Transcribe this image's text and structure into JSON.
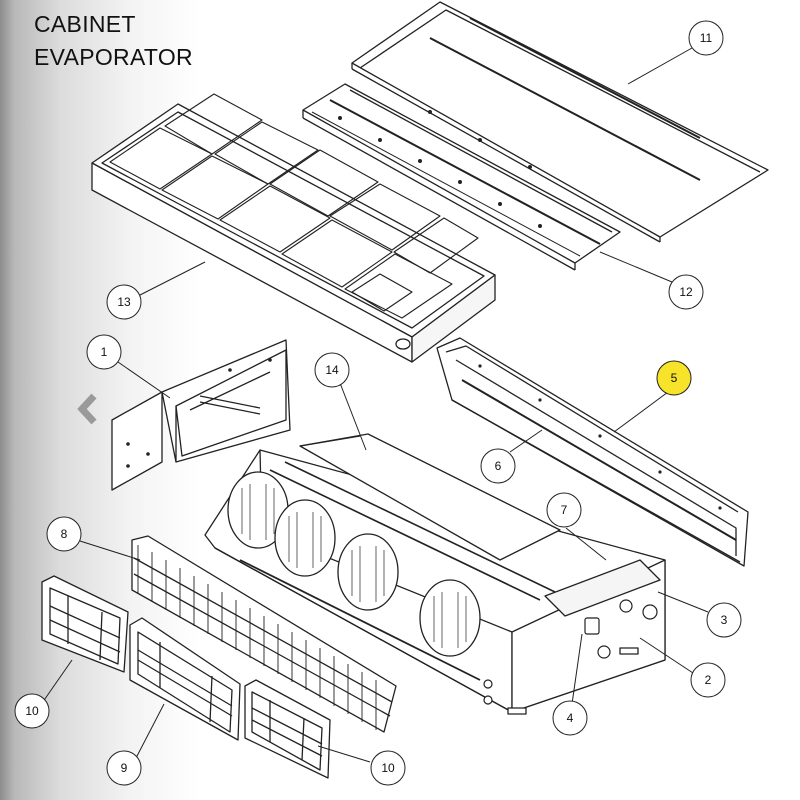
{
  "title": {
    "line1": "CABINET",
    "line2": "EVAPORATOR"
  },
  "callouts": [
    {
      "id": "c11",
      "label": "11",
      "highlight": false
    },
    {
      "id": "c12",
      "label": "12",
      "highlight": false
    },
    {
      "id": "c13",
      "label": "13",
      "highlight": false
    },
    {
      "id": "c1",
      "label": "1",
      "highlight": false
    },
    {
      "id": "c14",
      "label": "14",
      "highlight": false
    },
    {
      "id": "c5",
      "label": "5",
      "highlight": true
    },
    {
      "id": "c6",
      "label": "6",
      "highlight": false
    },
    {
      "id": "c7",
      "label": "7",
      "highlight": false
    },
    {
      "id": "c8",
      "label": "8",
      "highlight": false
    },
    {
      "id": "c3",
      "label": "3",
      "highlight": false
    },
    {
      "id": "c2",
      "label": "2",
      "highlight": false
    },
    {
      "id": "c4",
      "label": "4",
      "highlight": false
    },
    {
      "id": "c10a",
      "label": "10",
      "highlight": false
    },
    {
      "id": "c9",
      "label": "9",
      "highlight": false
    },
    {
      "id": "c10b",
      "label": "10",
      "highlight": false
    }
  ],
  "colors": {
    "highlight": "#f7e42a",
    "line": "#222222",
    "fill": "#ffffff"
  },
  "icons": {
    "previous": "chevron-left-icon"
  }
}
